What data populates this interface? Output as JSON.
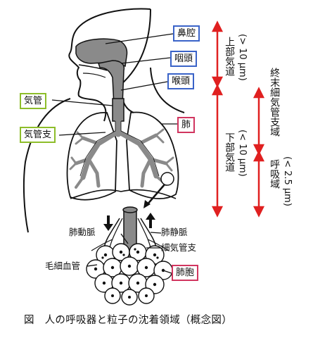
{
  "labels": {
    "nasal_cavity": "鼻腔",
    "pharynx": "咽頭",
    "larynx": "喉頭",
    "trachea": "気管",
    "bronchi": "気管支",
    "lung": "肺",
    "pulmonary_artery": "肺動脈",
    "pulmonary_vein": "肺静脈",
    "bronchiole": "細気管支",
    "capillary": "毛細血管",
    "alveolus": "肺胞"
  },
  "regions": {
    "upper_airway": {
      "name": "上部気道",
      "size": "(> 10 μm)"
    },
    "lower_airway": {
      "name": "下部気道",
      "size": "(< 10 μm)"
    },
    "terminal_bronchiole": {
      "name": "終末細気管支域"
    },
    "respiratory_zone": {
      "name": "呼吸域",
      "size": "(< 2.5 μm)"
    }
  },
  "caption": "図　人の呼吸器と粒子の沈着領域（概念図）",
  "colors": {
    "blue_box": "#3a63c8",
    "green_box": "#8dbd2a",
    "red_box": "#d1355f",
    "arrow_red": "#e02020",
    "airway_gray": "#8a8a8a"
  }
}
